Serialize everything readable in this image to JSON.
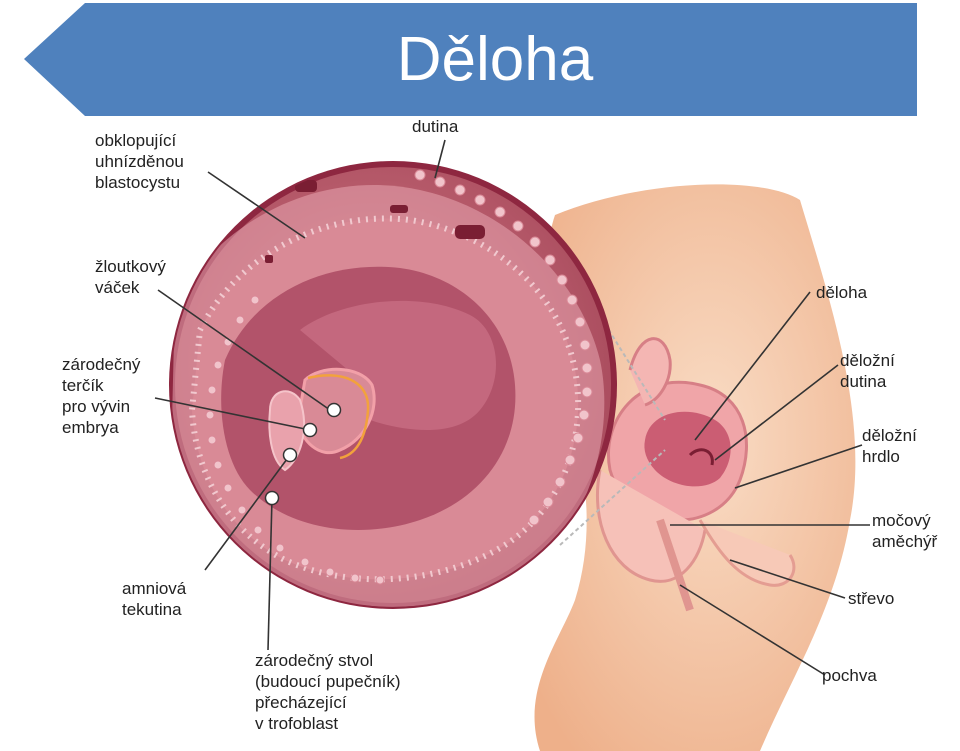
{
  "header": {
    "title": "Děloha",
    "banner_color": "#4f81bd"
  },
  "diagram": {
    "labels": {
      "top_partial": "dutina",
      "enclosing": "obklopující\nuhnízděnou\nblastocystu",
      "yolk_sac": "žloutkový\nváček",
      "germ_disc": "zárodečný\nterčík\npro vývin\nembrya",
      "amniotic_fluid": "amniová\ntekutina",
      "umbilical_stalk": "zárodečný stvol\n(budoucí pupečník)\npřecházející\nv trofoblast",
      "uterus": "děloha",
      "uterine_cavity": "děložní\ndutina",
      "cervix": "děložní\nhrdlo",
      "bladder": "močový\naměchýř",
      "intestine": "střevo",
      "vagina": "pochva"
    },
    "colors": {
      "skin": "#f3c4a3",
      "tissue": "#c4606f",
      "tissue_dark": "#a23a4d",
      "membrane": "#e49aa6",
      "leader": "#333333"
    }
  }
}
